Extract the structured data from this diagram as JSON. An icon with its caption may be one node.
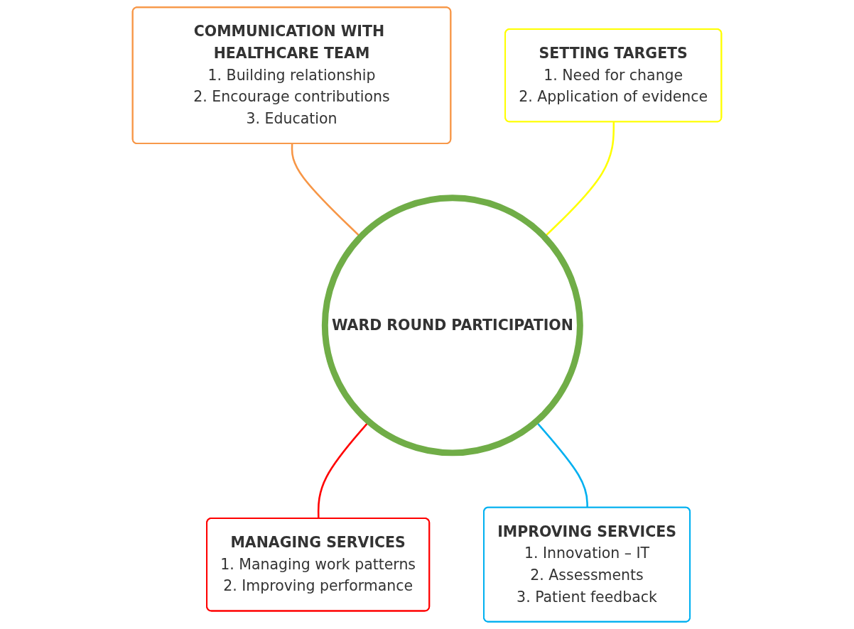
{
  "diagram": {
    "nodes": [
      {
        "text": [
          "COMMUNICATION WITH HEALTHCARE TEAM",
          "1. Building relationship",
          "2. Encourage contributions",
          "3. Education"
        ]
      },
      {
        "text": [
          "SETTING TARGETS",
          "1. Need for change",
          "2. Application of evidence"
        ]
      },
      {
        "text": [
          "WARD ROUND PARTICIPATION"
        ]
      },
      {
        "text": [
          "MANAGING SERVICES",
          "1. Managing work patterns",
          "2. Improving performance"
        ]
      },
      {
        "text": [
          "IMPROVING SERVICES",
          "1. Innovation – IT",
          "2. Assessments",
          "3. Patient feedback"
        ]
      }
    ],
    "edges": [
      {
        "from": 0,
        "to": 2,
        "arrow": "none",
        "color": "#f79646"
      },
      {
        "from": 1,
        "to": 2,
        "arrow": "none",
        "color": "#ffff00"
      },
      {
        "from": 3,
        "to": 2,
        "arrow": "none",
        "color": "#ff0000"
      },
      {
        "from": 4,
        "to": 2,
        "arrow": "none",
        "color": "#00b0f0"
      }
    ]
  }
}
